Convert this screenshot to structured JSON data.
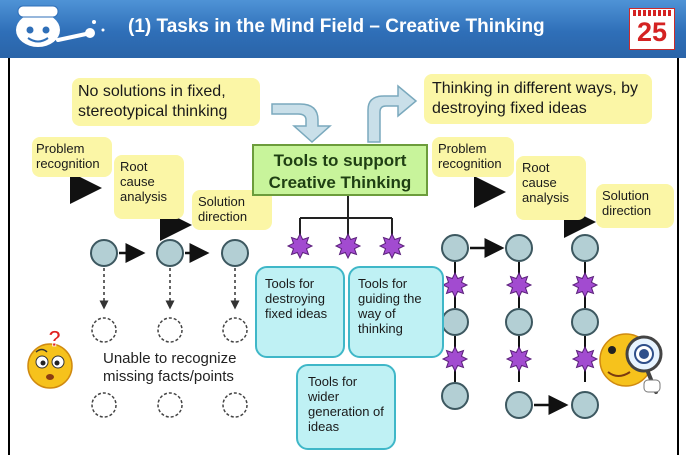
{
  "header": {
    "title": "(1) Tasks in the Mind Field – Creative Thinking",
    "badge": "25"
  },
  "left": {
    "top_note": "No solutions in fixed, stereotypical thinking",
    "steps": [
      "Problem recognition",
      "Root cause analysis",
      "Solution direction"
    ],
    "missing_caption": "Unable to recognize missing facts/points"
  },
  "center": {
    "title": "Tools to support Creative Thinking",
    "tools": [
      "Tools for destroying fixed ideas",
      "Tools for guiding the way of thinking",
      "Tools for wider generation of ideas"
    ]
  },
  "right": {
    "top_note": "Thinking in different ways, by destroying fixed ideas",
    "steps": [
      "Problem recognition",
      "Root cause analysis",
      "Solution direction"
    ]
  },
  "colors": {
    "header": "#2f6fb8",
    "note_yellow": "#fbf6a6",
    "tool_green": "#c8f49b",
    "tool_cyan": "#bff1f4",
    "node_fill": "#b3cfd4",
    "star_purple": "#a24bd0"
  },
  "icons": [
    "mascot-icon",
    "confused-face-icon",
    "magnifier-face-icon",
    "arrow-icon",
    "star-icon"
  ]
}
